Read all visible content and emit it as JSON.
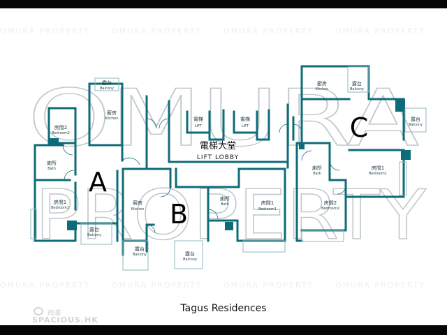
{
  "watermark": {
    "line1": "OMURA",
    "line2": "PROPERTY",
    "tile": "OMURA PROPERTY"
  },
  "lobby": {
    "zh": "電梯大堂",
    "en": "LIFT LOBBY"
  },
  "lifts": [
    {
      "zh": "電梯",
      "en": "LIFT"
    },
    {
      "zh": "電梯",
      "en": "LIFT"
    }
  ],
  "units": {
    "a": "A",
    "b": "B",
    "c": "C"
  },
  "rooms": {
    "a_balcony_top": {
      "zh": "露台",
      "en": "Balcony"
    },
    "a_kitchen": {
      "zh": "廚房",
      "en": "Kitchen"
    },
    "a_bedroom2": {
      "zh": "房間2",
      "en": "Bedroom2"
    },
    "a_bath": {
      "zh": "廁所",
      "en": "Bath"
    },
    "a_bedroom1": {
      "zh": "房間1",
      "en": "Bedroom1"
    },
    "a_balcony_bottom": {
      "zh": "露台",
      "en": "Balcony"
    },
    "b_kitchen": {
      "zh": "廚房",
      "en": "Kitchen"
    },
    "b_bath": {
      "zh": "廁所",
      "en": "Bath"
    },
    "b_bedroom1": {
      "zh": "房間1",
      "en": "Bedroom1"
    },
    "b_balcony_left": {
      "zh": "露台",
      "en": "Balcony"
    },
    "b_balcony_mid": {
      "zh": "露台",
      "en": "Balcony"
    },
    "c_kitchen": {
      "zh": "廚房",
      "en": "Kitchen"
    },
    "c_balcony_top": {
      "zh": "露台",
      "en": "Balcony"
    },
    "c_balcony_right": {
      "zh": "露台",
      "en": "Balcony"
    },
    "c_bath": {
      "zh": "廁所",
      "en": "Bath"
    },
    "c_bedroom1": {
      "zh": "房間1",
      "en": "Bedroom1"
    },
    "c_bedroom2": {
      "zh": "房間2",
      "en": "Bedroom2"
    }
  },
  "caption": "Tagus Residences",
  "logo": {
    "cn": "時豪",
    "en": "SPACIOUS.HK"
  },
  "colors": {
    "wall": "#0e6b78",
    "text": "#1d3a40",
    "balcony": "#8fb9be"
  }
}
